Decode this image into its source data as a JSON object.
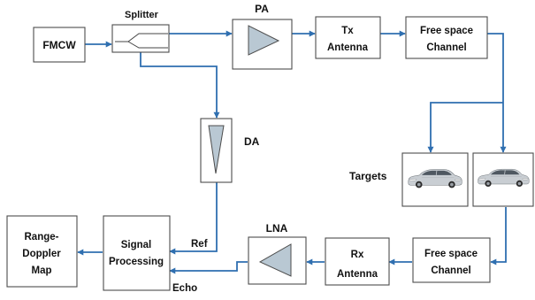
{
  "colors": {
    "wire": "#2f6fb0",
    "box_border": "#4d4d4d",
    "amplifier_fill": "#b9c8d3",
    "background": "#ffffff"
  },
  "blocks": {
    "fmcw": "FMCW",
    "splitter": "Splitter",
    "pa": "PA",
    "tx_antenna": [
      "Tx",
      "Antenna"
    ],
    "free_space_tx": [
      "Free space",
      "Channel"
    ],
    "da": "DA",
    "targets": "Targets",
    "free_space_rx": [
      "Free space",
      "Channel"
    ],
    "rx_antenna": [
      "Rx",
      "Antenna"
    ],
    "lna": "LNA",
    "signal_processing": [
      "Signal",
      "Processing"
    ],
    "range_doppler": [
      "Range-",
      "Doppler",
      "Map"
    ]
  },
  "signals": {
    "ref": "Ref",
    "echo": "Echo"
  },
  "icons": {
    "target_1": "sedan-car-icon",
    "target_2": "sedan-car-icon"
  }
}
